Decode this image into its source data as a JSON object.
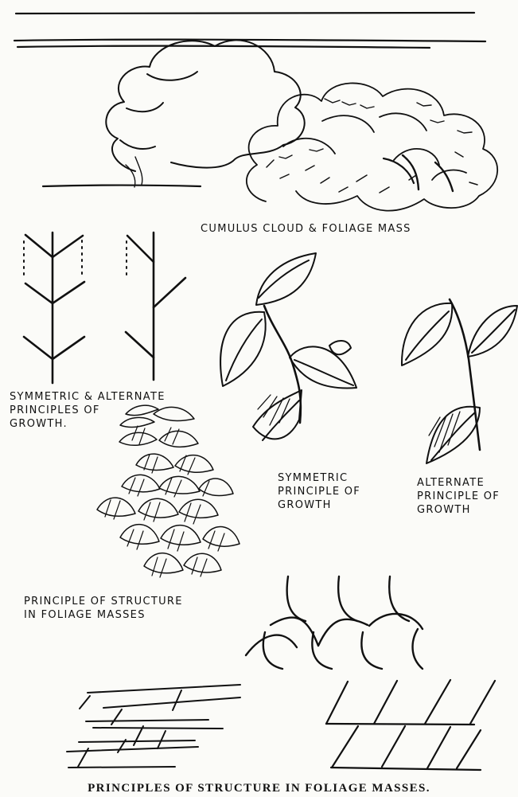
{
  "labels": {
    "cloud_foliage": "CUMULUS CLOUD & FOLIAGE MASS",
    "symmetric_alternate": "SYMMETRIC & ALTERNATE\nPRINCIPLES OF\nGROWTH.",
    "symmetric_growth": "SYMMETRIC\nPRINCIPLE OF\nGROWTH",
    "alternate_growth": "ALTERNATE\nPRINCIPLE OF\nGROWTH",
    "structure_foliage": "PRINCIPLE OF STRUCTURE\nIN FOLIAGE MASSES",
    "caption": "PRINCIPLES OF STRUCTURE IN FOLIAGE MASSES."
  },
  "colors": {
    "paper": "#fbfbf8",
    "ink": "#111111"
  }
}
